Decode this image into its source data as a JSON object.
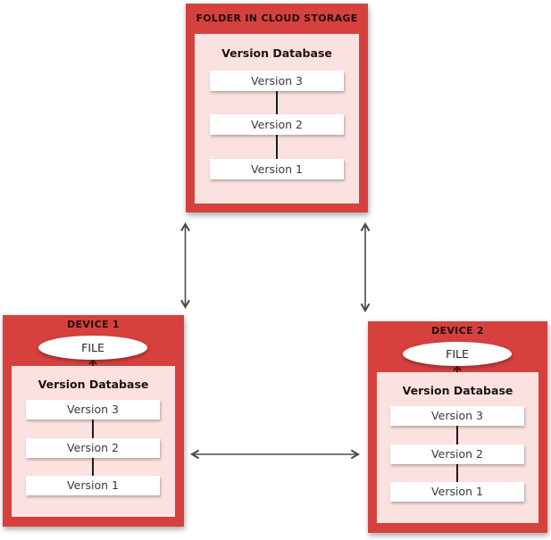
{
  "diagram": {
    "folder": {
      "title": "FOLDER IN CLOUD STORAGE",
      "db_label": "Version Database",
      "versions": [
        "Version 3",
        "Version 2",
        "Version 1"
      ]
    },
    "device1": {
      "title": "DEVICE 1",
      "file_label": "FILE",
      "db_label": "Version Database",
      "versions": [
        "Version 3",
        "Version 2",
        "Version 1"
      ]
    },
    "device2": {
      "title": "DEVICE 2",
      "file_label": "FILE",
      "db_label": "Version Database",
      "versions": [
        "Version 3",
        "Version 2",
        "Version 1"
      ]
    },
    "colors": {
      "box_red": "#d6413e",
      "box_pink": "#fbe2e1",
      "version_box_white": "#ffffff",
      "sync_arrow_gray": "#4a4a4a",
      "file_arrow_dark": "#4a1412",
      "title_text": "#230d0d",
      "version_text": "#3a3a3a"
    }
  }
}
